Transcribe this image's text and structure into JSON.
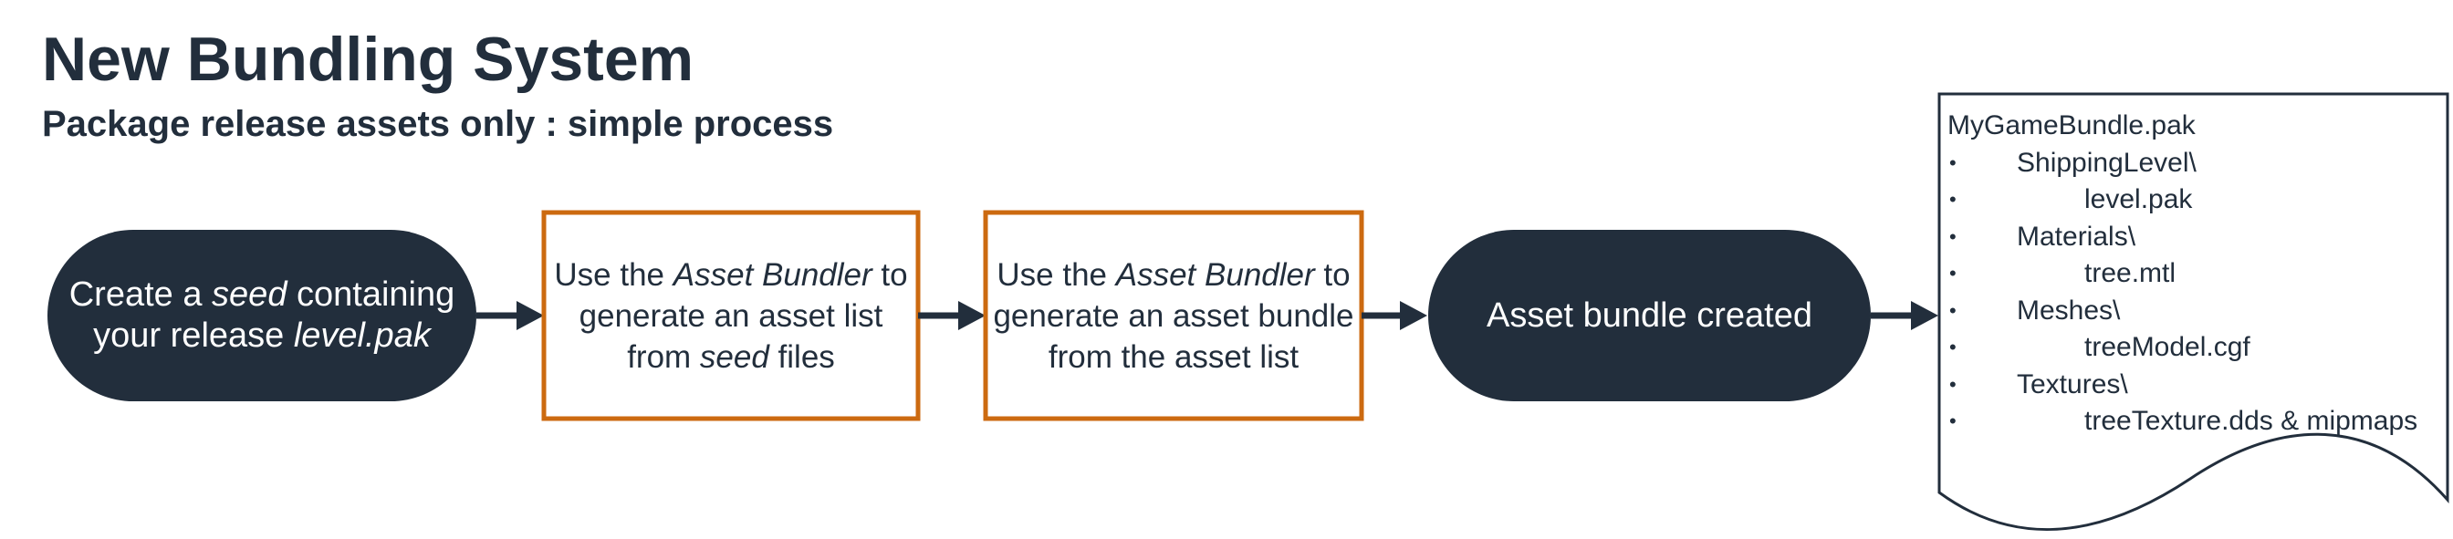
{
  "header": {
    "title": "New Bundling System",
    "subtitle": "Package release assets only : simple process"
  },
  "colors": {
    "dark": "#222e3c",
    "orange": "#cc6a10",
    "white": "#ffffff"
  },
  "steps": [
    {
      "shape": "terminal",
      "parts": [
        "Create a ",
        "seed",
        " containing",
        "your release ",
        "level.pak"
      ]
    },
    {
      "shape": "process",
      "parts": [
        "Use the ",
        "Asset Bundler",
        " to",
        "generate an asset list",
        "from ",
        "seed",
        " files"
      ]
    },
    {
      "shape": "process",
      "parts": [
        "Use the ",
        "Asset Bundler",
        " to",
        "generate an asset bundle",
        "from the asset list"
      ]
    },
    {
      "shape": "terminal",
      "label": "Asset bundle created"
    }
  ],
  "document": {
    "title": "MyGameBundle.pak",
    "bullet": "•",
    "items": [
      {
        "level": 1,
        "text": "ShippingLevel\\"
      },
      {
        "level": 2,
        "text": "level.pak"
      },
      {
        "level": 1,
        "text": "Materials\\"
      },
      {
        "level": 2,
        "text": "tree.mtl"
      },
      {
        "level": 1,
        "text": "Meshes\\"
      },
      {
        "level": 2,
        "text": "treeModel.cgf"
      },
      {
        "level": 1,
        "text": "Textures\\"
      },
      {
        "level": 2,
        "text": "treeTexture.dds & mipmaps"
      }
    ]
  }
}
